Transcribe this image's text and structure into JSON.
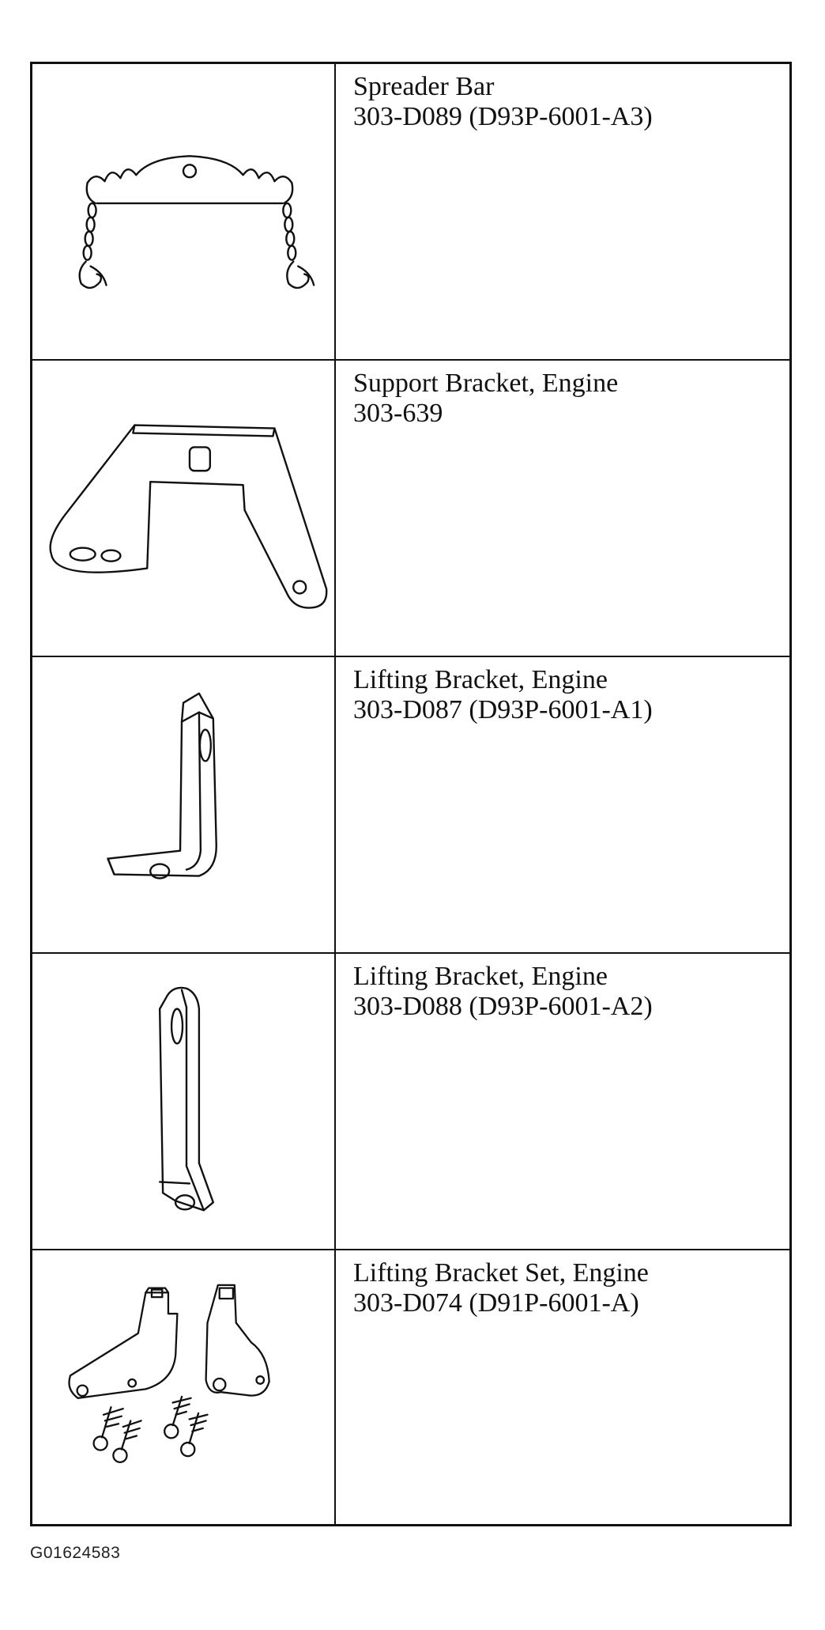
{
  "tools": [
    {
      "name": "Spreader Bar",
      "part_number": "303-D089 (D93P-6001-A3)",
      "icon": "spreader-bar-icon"
    },
    {
      "name": "Support Bracket, Engine",
      "part_number": "303-639",
      "icon": "support-bracket-icon"
    },
    {
      "name": "Lifting Bracket, Engine",
      "part_number": "303-D087 (D93P-6001-A1)",
      "icon": "lifting-bracket-icon"
    },
    {
      "name": "Lifting Bracket, Engine",
      "part_number": "303-D088 (D93P-6001-A2)",
      "icon": "lifting-bracket-icon"
    },
    {
      "name": "Lifting Bracket Set, Engine",
      "part_number": "303-D074 (D91P-6001-A)",
      "icon": "lifting-bracket-set-icon"
    }
  ],
  "figure_id": "G01624583"
}
